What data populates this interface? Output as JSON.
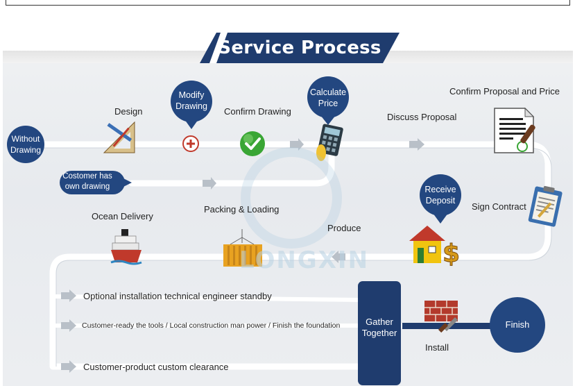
{
  "banner": {
    "title": "Service Process"
  },
  "bubbles": {
    "without_drawing": "Without Drawing",
    "modify_drawing": "Modify Drawing",
    "calculate_price": "Calculate Price",
    "customer_has_drawing": "Costomer has own drawing",
    "receive_deposit": "Receive Deposit",
    "gather_together": "Gather Together",
    "finish": "Finish"
  },
  "steps": {
    "design": "Design",
    "confirm_drawing": "Confirm Drawing",
    "discuss_proposal": "Discuss Proposal",
    "confirm_proposal_price": "Confirm Proposal and Price",
    "sign_contract": "Sign Contract",
    "produce": "Produce",
    "packing_loading": "Packing & Loading",
    "ocean_delivery": "Ocean Delivery",
    "install": "Install"
  },
  "options": {
    "opt1": "Optional  installation technical engineer standby",
    "opt2": "Customer-ready the tools / Local construction man power / Finish the foundation",
    "opt3": "Customer-product custom clearance"
  },
  "watermark": "LONGXIN",
  "colors": {
    "navy": "#1f3c6e",
    "bubble": "#234780",
    "accent_green": "#3aa635"
  }
}
